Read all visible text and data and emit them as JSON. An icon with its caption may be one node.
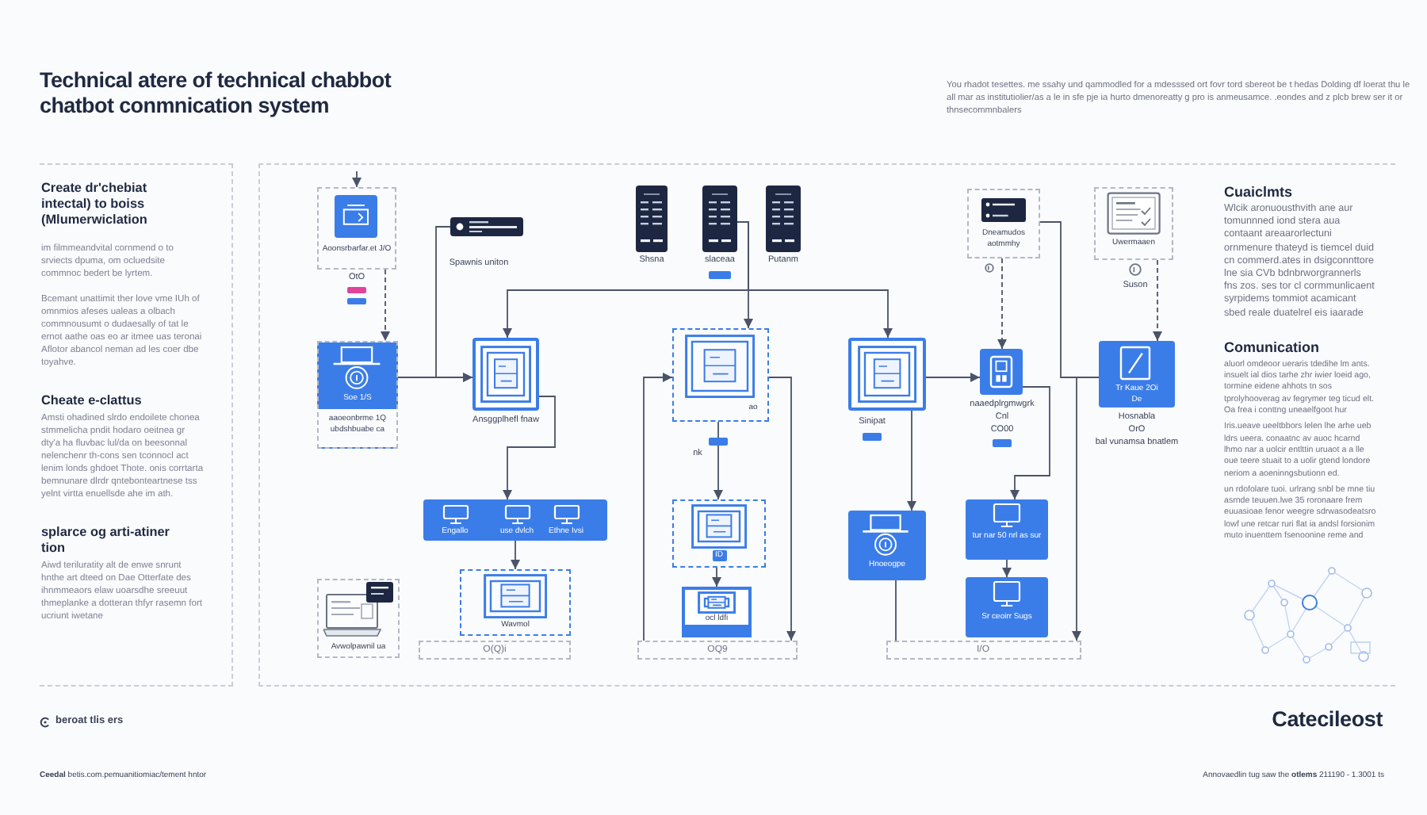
{
  "diagram": {
    "title": "Technical atere of technical chabbot chatbot conmnication system",
    "nodes": [
      {
        "text": [
          "Create dr'chebiat intectal) to boiss (Mlumerwiclation",
          "im filmmeandvital cornmend o to srviects dpuma, om ocluedsite commnoc bedert be lyrtem.",
          "Bcemant unattimit ther love vme IUh of omnmios afeses ualeas a olbach commnousumt o dudaesally of tat le ernot aathe oas eo ar itmee uas teronai Aflotor abancol neman ad les coer dbe toyahve.",
          "Cheate e-clattus",
          "Amsti ohadined slrdo endoilete chonea stmmelicha pndit hodaro oeitnea gr dty'a ha fluvbac lul/da on beesonnal nelenchenr th-cons sen tconnocl act lenim londs ghdoet Thote. onis corrtarta bemnunare dlrdr qntebonteartnese tss yelnt virtta enuellsde ahe im ath.",
          "splarce og arti-atiner tion",
          "Aiwd teriluratity alt de enwe snrunt hnthe art dteed on Dae Otterfate des ihnmmeaors elaw uoarsdhe sreeuut thmeplanke a dotteran thfyr rasemn fort ucriunt iwetane"
        ]
      },
      {
        "text": [
          "Cuaiclmts",
          "Wlcik aronuousthvith ane aur tomunnned iond stera aua contaant areaarorlectuni ornmenure thateyd is tiemcel duid cn commerd.ates in dsigconnttore lne sia CVb bdnbrworgrannerls fns zos. ses tor cl cormmunlicaent syrpidems tommiot acamicant sbed reale duatelrel eis iaarade",
          "Comunication",
          "aluorl omdeoor ueraris tdedihe lm ants. insuelt ial dios tarhe zhr iwier loeid ago, tormine eidene ahhots tn sos tprolyhooverag av fegrymer teg ticud elt. Oa frea i conttng uneaelfgoot hur",
          "Iris.ueave ueeltbbors lelen lhe arhe ueb ldrs ueera. conaatnc av auoc hcarnd lhmo nar a uolcir entlttin uruaot a a lle oue teere stuait to a uolir gtend londore neriom a aoeninngsbutionn ed.",
          "un rdofolare tuoi. urlrang snbl be mne tiu asrnde teuuen.lwe 35 roronaare frem euuasioae fenor weegre sdrwasodeatsro lowf une retcar ruri flat ia andsl forsionim muto inuenttem fsenoonine reme and"
        ]
      },
      {
        "text": [
          "Aoonsrbarfar.et J/O"
        ],
        "in": 1,
        "beside": [
          "OtO"
        ]
      },
      {
        "text": [],
        "shape": "box",
        "in": 1,
        "beside": [
          "Spawnis uniton"
        ]
      },
      {
        "text": [],
        "shape": "box",
        "in": 1,
        "beside": [
          "Shsna"
        ]
      },
      {
        "text": [],
        "shape": "box",
        "in": 1,
        "beside": [
          "slaceaa"
        ]
      },
      {
        "text": [],
        "shape": "box",
        "in": 1,
        "beside": [
          "Putanm"
        ]
      },
      {
        "text": [
          "Dneamudos aotmmhy"
        ],
        "in": 1
      },
      {
        "text": [
          "Uwermaaen"
        ],
        "in": 1,
        "beside": [
          "Suson"
        ]
      },
      {
        "text": [
          "Soe 1/S",
          "aaoeonbrme 1Q ubdshbuabe ca"
        ],
        "in": 1
      },
      {
        "text": [],
        "shape": "box",
        "in": 1,
        "beside": [
          "Ansggplhefl fnaw"
        ]
      },
      {
        "text": [
          "ao"
        ],
        "in": 1,
        "beside": [
          "nk"
        ]
      },
      {
        "text": [],
        "shape": "box",
        "in": 1,
        "beside": [
          "Sinipat"
        ]
      },
      {
        "text": [],
        "shape": "box",
        "in": 1,
        "beside": [
          "naaedplrgmwgrk",
          "Cnl",
          "CO00"
        ]
      },
      {
        "text": [
          "Tr Kaue 2Oi De"
        ],
        "in": 1,
        "beside": [
          "Hosnabla",
          "OrO",
          "bal vunamsa bnatlem"
        ]
      },
      {
        "text": [
          "Engallo",
          "use dvlch",
          "Ethne Ivsi"
        ],
        "in": 1
      },
      {
        "text": [
          "ID"
        ],
        "in": 1
      },
      {
        "text": [
          "Hnoeogpe"
        ],
        "in": 1
      },
      {
        "text": [
          "tur nar 50 nrl as sur"
        ],
        "in": 1
      },
      {
        "text": [
          "Avwolpawnil ua"
        ],
        "in": 1
      },
      {
        "text": [
          "Wavmol"
        ],
        "in": 1
      },
      {
        "text": [
          "ocl ldfi"
        ],
        "in": 1
      },
      {
        "text": [
          "Sr ceoirr Sugs"
        ],
        "in": 1
      },
      {
        "text": [
          "O(Q)i"
        ],
        "in": 1
      },
      {
        "text": [
          "OQ9"
        ],
        "in": 1
      },
      {
        "text": [
          "I/O"
        ],
        "in": 1
      }
    ],
    "edges": [
      {
        "from": null,
        "to": 2,
        "arrow": "to"
      },
      {
        "from": 2,
        "to": 9,
        "arrow": "to",
        "style": "dashed"
      },
      {
        "from": 9,
        "to": 10,
        "arrow": "to"
      },
      {
        "from": 3,
        "to": 10,
        "arrow": "to"
      },
      {
        "from": 5,
        "to": 10,
        "arrow": "to"
      },
      {
        "from": 5,
        "to": 11,
        "arrow": "to"
      },
      {
        "from": 5,
        "to": 12,
        "arrow": "to"
      },
      {
        "from": 24,
        "to": 11,
        "arrow": "to"
      },
      {
        "from": 11,
        "to": 24,
        "arrow": "to"
      },
      {
        "from": 11,
        "to": 16,
        "arrow": "to"
      },
      {
        "from": 16,
        "to": 21,
        "arrow": "to"
      },
      {
        "from": 10,
        "to": 15,
        "arrow": "to"
      },
      {
        "from": 15,
        "to": 20,
        "arrow": "to"
      },
      {
        "from": 12,
        "to": 17,
        "arrow": "to"
      },
      {
        "from": 12,
        "to": 13,
        "arrow": "to"
      },
      {
        "from": 7,
        "to": 13,
        "arrow": "to",
        "style": "dashed"
      },
      {
        "from": 8,
        "to": 14,
        "arrow": "to",
        "style": "dashed"
      },
      {
        "from": 13,
        "to": 18,
        "arrow": "to"
      },
      {
        "from": 18,
        "to": 22,
        "arrow": "to"
      },
      {
        "from": 14,
        "to": 25,
        "arrow": "to"
      },
      {
        "from": 17,
        "to": 25,
        "arrow": "none"
      },
      {
        "from": 7,
        "to": 14,
        "arrow": "none"
      }
    ],
    "labels": [
      "You rhadot tesettes. me ssahy und qammodled for a mdesssed ort fovr tord sbereot be t hedas Dolding df loerat thu le all mar as institutiolier/as a le in sfe pje ia hurto dmenoreatty g pro is anmeusamce. .eondes and z plcb brew ser it or thnsecommnbalers",
      "beroat tlis ers",
      "Catecileost",
      "**Ceedal** betis.com.pemuanitiomiac/tement hntor",
      "Annovaedlin tug saw the **otlems** 211190 - 1.3001 ts"
    ]
  }
}
